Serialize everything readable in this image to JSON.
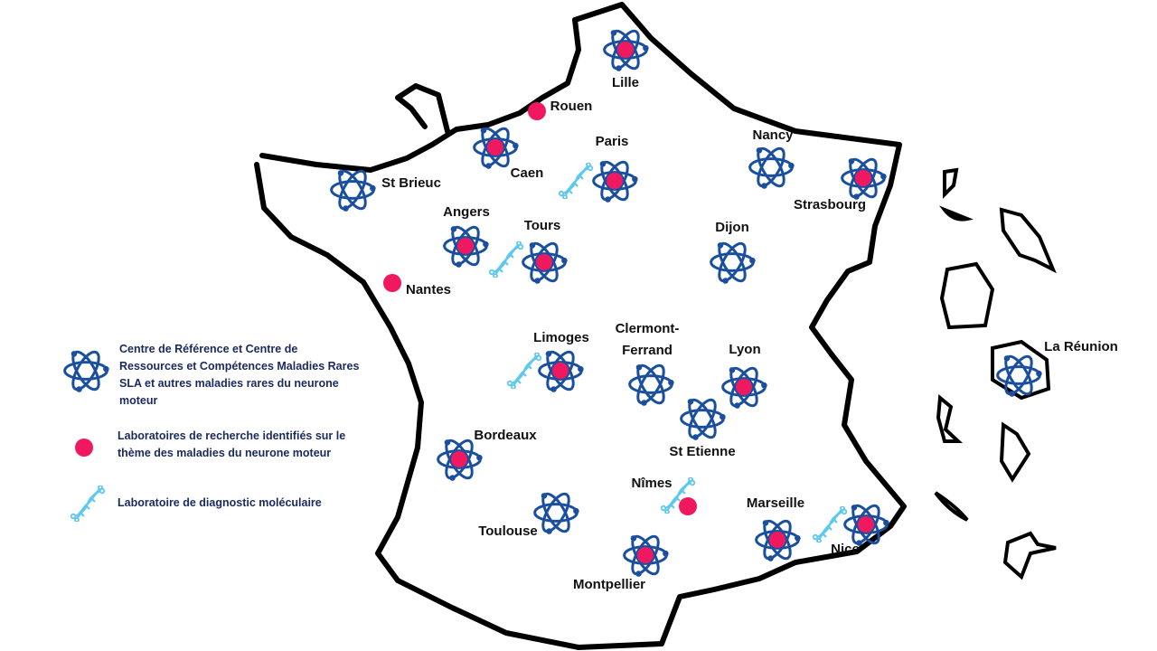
{
  "colors": {
    "atom": "#1a4fa0",
    "research_dot": "#f0195f",
    "dna": "#5ec8ee",
    "outline": "#000000",
    "legend_text": "#1b2a5e"
  },
  "legend": [
    {
      "icon": "atom-icon",
      "label": "Centre de Référence et Centre de Ressources et Compétences Maladies Rares SLA et autres maladies rares du neurone moteur"
    },
    {
      "icon": "research-lab-dot-icon",
      "label": "Laboratoires de recherche identifiés sur le thème des maladies du neurone moteur"
    },
    {
      "icon": "dna-icon",
      "label": "Laboratoire de diagnostic moléculaire"
    }
  ],
  "cities": [
    {
      "name": "Lille",
      "reference_centre": true,
      "research_lab": true,
      "diagnostic_lab": false
    },
    {
      "name": "Rouen",
      "reference_centre": false,
      "research_lab": true,
      "diagnostic_lab": false
    },
    {
      "name": "Caen",
      "reference_centre": true,
      "research_lab": true,
      "diagnostic_lab": false
    },
    {
      "name": "Paris",
      "reference_centre": true,
      "research_lab": true,
      "diagnostic_lab": true
    },
    {
      "name": "Nancy",
      "reference_centre": true,
      "research_lab": false,
      "diagnostic_lab": false
    },
    {
      "name": "Strasbourg",
      "reference_centre": true,
      "research_lab": true,
      "diagnostic_lab": false
    },
    {
      "name": "St Brieuc",
      "reference_centre": true,
      "research_lab": false,
      "diagnostic_lab": false
    },
    {
      "name": "Angers",
      "reference_centre": true,
      "research_lab": true,
      "diagnostic_lab": false
    },
    {
      "name": "Tours",
      "reference_centre": true,
      "research_lab": true,
      "diagnostic_lab": true
    },
    {
      "name": "Dijon",
      "reference_centre": true,
      "research_lab": false,
      "diagnostic_lab": false
    },
    {
      "name": "Nantes",
      "reference_centre": false,
      "research_lab": true,
      "diagnostic_lab": false
    },
    {
      "name": "Limoges",
      "reference_centre": true,
      "research_lab": true,
      "diagnostic_lab": true
    },
    {
      "name": "Clermont-\nFerrand",
      "reference_centre": true,
      "research_lab": false,
      "diagnostic_lab": false
    },
    {
      "name": "Lyon",
      "reference_centre": true,
      "research_lab": true,
      "diagnostic_lab": false
    },
    {
      "name": "St Etienne",
      "reference_centre": true,
      "research_lab": false,
      "diagnostic_lab": false
    },
    {
      "name": "Bordeaux",
      "reference_centre": true,
      "research_lab": true,
      "diagnostic_lab": false
    },
    {
      "name": "Nîmes",
      "reference_centre": false,
      "research_lab": true,
      "diagnostic_lab": true
    },
    {
      "name": "Toulouse",
      "reference_centre": true,
      "research_lab": false,
      "diagnostic_lab": false
    },
    {
      "name": "Montpellier",
      "reference_centre": true,
      "research_lab": true,
      "diagnostic_lab": false
    },
    {
      "name": "Marseille",
      "reference_centre": true,
      "research_lab": true,
      "diagnostic_lab": false
    },
    {
      "name": "Nice",
      "reference_centre": true,
      "research_lab": true,
      "diagnostic_lab": true
    },
    {
      "name": "La Réunion",
      "reference_centre": true,
      "research_lab": false,
      "diagnostic_lab": false
    }
  ]
}
